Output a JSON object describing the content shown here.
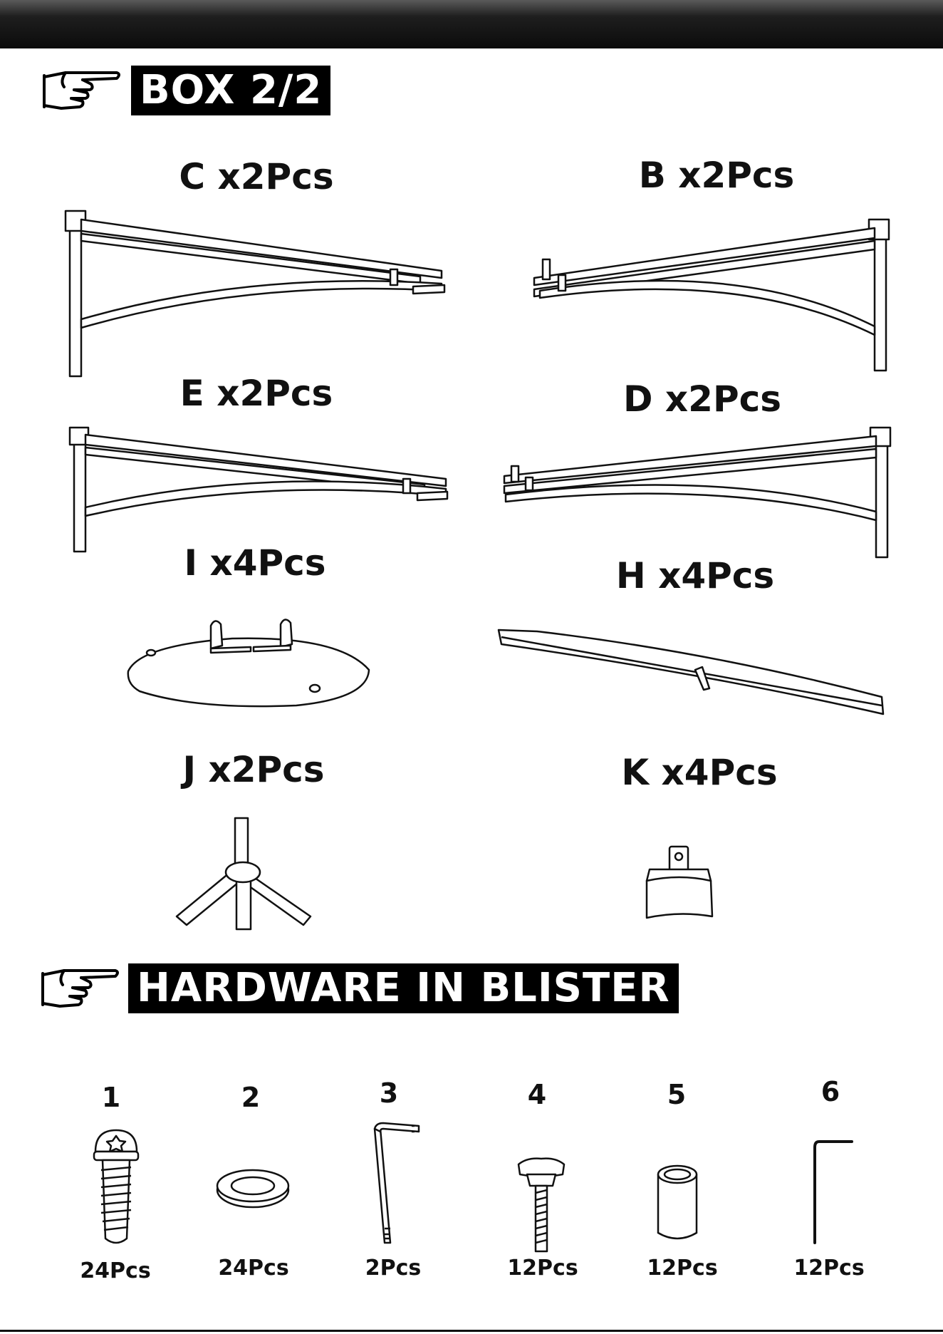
{
  "box_section": {
    "title": "BOX 2/2"
  },
  "parts": [
    {
      "label": "C x2Pcs"
    },
    {
      "label": "B x2Pcs"
    },
    {
      "label": "E x2Pcs"
    },
    {
      "label": "D x2Pcs"
    },
    {
      "label": "I x4Pcs"
    },
    {
      "label": "H x4Pcs"
    },
    {
      "label": "J x2Pcs"
    },
    {
      "label": "K x4Pcs"
    }
  ],
  "hardware_section": {
    "title": "HARDWARE IN BLISTER"
  },
  "hardware": [
    {
      "number": "1",
      "quantity": "24Pcs"
    },
    {
      "number": "2",
      "quantity": "24Pcs"
    },
    {
      "number": "3",
      "quantity": "2Pcs"
    },
    {
      "number": "4",
      "quantity": "12Pcs"
    },
    {
      "number": "5",
      "quantity": "12Pcs"
    },
    {
      "number": "6",
      "quantity": "12Pcs"
    }
  ]
}
